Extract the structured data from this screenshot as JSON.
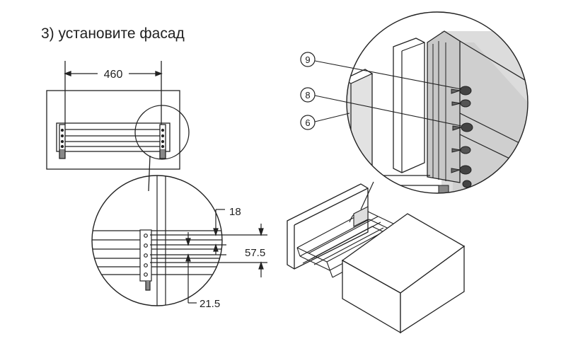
{
  "title": "3) установите фасад",
  "dimensions": {
    "width_label": "460",
    "top_offset": "18",
    "hole_spacing": "57.5",
    "bottom_offset": "21.5"
  },
  "callouts": {
    "screw_a": "9",
    "screw_b": "8",
    "panel": "6"
  },
  "colors": {
    "line": "#222222",
    "background": "#ffffff",
    "shade_light": "#dddddd",
    "shade_mid": "#b9b9b9"
  }
}
